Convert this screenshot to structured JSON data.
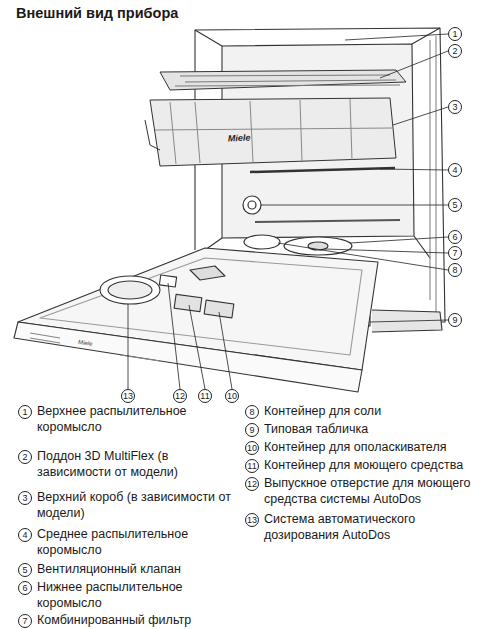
{
  "diagram": {
    "title": "Внешний вид прибора",
    "labels": [
      "1",
      "2",
      "3",
      "4",
      "5",
      "6",
      "7",
      "8",
      "9",
      "10",
      "11",
      "12",
      "13",
      "Miele",
      "Miele",
      "1",
      "Верхнее распылительное коромысло",
      "2",
      "Поддон 3D MultiFlex (в зависимости от модели)",
      "3",
      "Верхний короб (в зависимости от модели)",
      "4",
      "Среднее распылительное коромысло",
      "5",
      "Вентиляционный клапан",
      "6",
      "Нижнее распылительное коромысло",
      "7",
      "Комбинированный фильтр",
      "8",
      "Контейнер для соли",
      "9",
      "Типовая табличка",
      "10",
      "Контейнер для ополаскивателя",
      "11",
      "Контейнер для моющего средства",
      "12",
      "Выпускное отверстие для моющего средства системы AutoDos",
      "13",
      "Система автоматического дозирования AutoDos"
    ]
  }
}
